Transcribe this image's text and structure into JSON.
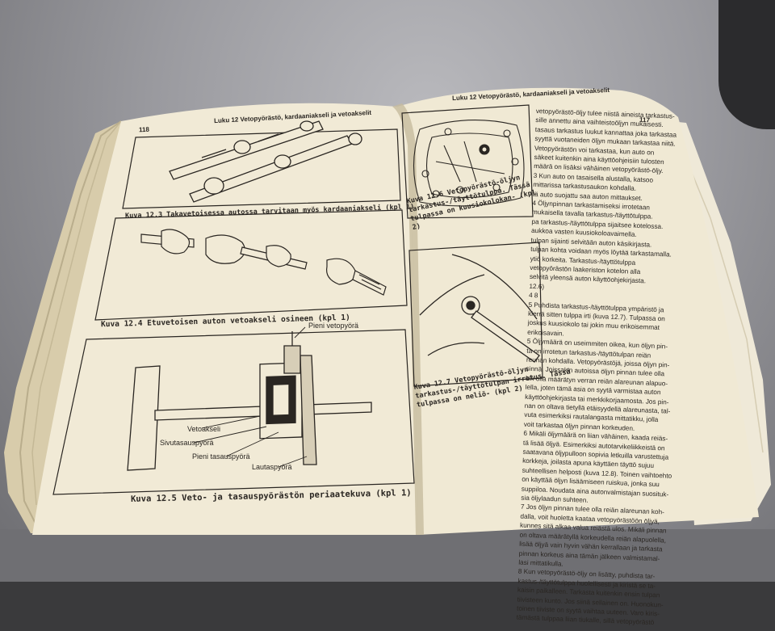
{
  "left_page": {
    "number": "118",
    "header": "Luku 12 Vetopyörästö, kardaaniakseli ja vetoakselit",
    "captions": {
      "fig_12_3": "Kuva 12.3 Takavetoisessa autossa tarvitaan myös kardaaniakseli (kpl 1)",
      "fig_12_4": "Kuva 12.4 Etuvetoisen auton vetoakseli osineen (kpl 1)",
      "fig_12_5": "Kuva 12.5 Veto- ja tasauspyörästön periaatekuva (kpl 1)"
    },
    "diagram_labels": {
      "pinion": "Pieni vetopyörä",
      "axle": "Vetoakseli",
      "side_gear": "Sivutasauspyörä",
      "small_diff_gear": "Pieni tasauspyörä",
      "crown_wheel": "Lautaspyörä"
    }
  },
  "right_page": {
    "number": "117",
    "header": "Luku 12 Vetopyörästö, kardaaniakseli ja vetoakselit",
    "captions": {
      "fig_12_6": "Kuva 12.6 Vetopyörästö-öljyn tarkastus-/täyttötulppa. Tässä tulpassa on kuusiokolokan- (kpl 2)",
      "fig_12_7": "Kuva 12.7 Vetopyörästö-öljyn tarkastus-/täyttötulpan irrotus. Tässä tulpassa on neliö- (kpl 2)"
    },
    "body_lines": [
      "vetopyörästö-öljy tulee niistä aineista tarkastus-",
      "sille annettu aina vaihteistoöljyn mukaisesti.",
      "tasaus tarkastus luukut kannattaa joka tarkastaa",
      "syyttä vuotaneiden öljyn mukaan tarkastaa niitä.",
      "Vetopyörästön voi tarkastaa, kun auto on",
      "säkeet kuitenkin aina käyttöohjeisiin tulosten",
      "määrä on lisäksi vähäinen vetopyörästö-öljy.",
      "3 Kun auto on tasaisella alustalla, katsoo",
      "mittarissa tarkastusaukon kohdalla.",
      "tä auto suojattu saa auton mittaukset.",
      "4 Öljynpinnan tarkastamiseksi irrotetaan",
      "mukaisella tavalla tarkastus-/täyttötulppa.",
      "pa tarkastus-/täyttötulppa sijaitsee kotelossa.",
      "aukkoa vasten kuusiokoloavaimella.",
      "tulpan sijainti selvitään auton käsikirjasta.",
      "tulpan kohta voidaan myös löytää tarkastamalla.",
      "ytiö korkeita. Tarkastus-/täyttötulppa",
      "vetopyörästön laakeriston kotelon alla",
      "selvitä yleensä auton käyttöohjekirjasta.",
      "12.6)",
      "4 8",
      "5 Puhdista tarkastus-/täyttötulppa ympäristö ja",
      "kierrä sitten tulppa irti (kuva 12.7). Tulpassa on",
      "joskus kuusiokolo tai jokin muu erikoisemmat",
      "erikoisavain.",
      "5 Öljymäärä on useimmiten oikea, kun öljyn pin-",
      "ta on irrotetun tarkastus-/täyttötulpan reiän",
      "reunan kohdalla. Vetopyörästöjä, joissa öljyn pin-",
      "sinnä. Joissakin autoissa öljyn pinnan tulee olla",
      "kin olla määrätyn verran reiän alareunan alapuo-",
      "lella, joten tämä asia on syytä varmistaa auton",
      "käyttöohjekirjasta tai merkkikorjaamosta. Jos pin-",
      "nan on oltava tietyllä etäisyydellä alareunasta, tal-",
      "vuta esimerkiksi rautalangasta mittatikku, jolla",
      "voit tarkastaa öljyn pinnan korkeuden.",
      "6 Mikäli öljymäärä on liian vähäinen, kaada reiäs-",
      "tä lisää öljyä. Esimerkiksi autotarvikeliikkeistä on",
      "saatavana öljypulloon sopivia letkuilla varustettuja",
      "korkkeja, joilasta apuna käyttäen täyttö sujuu",
      "suhteellisen helposti (kuva 12.8). Toinen vaihtoehto",
      "on käyttää öljyn lisäämiseen ruiskua, jonka suu",
      "suppiloa. Noudata aina autonvalmistajan suosituk-",
      "sia öljylaadun suhteen.",
      "7 Jos öljyn pinnan tulee olla reiän alareunan koh-",
      "dalla, voit huoletta kaataa vetopyörästöön öljyä,",
      "kunnes sitä alkaa valua reiästä ulos. Mikäli pinnan",
      "on oltava määrätyllä korkeudella reiän alapuolella,",
      "lisää öljyä vain hyvin vähän kerrallaan ja tarkasta",
      "pinnan korkeus aina tämän jälkeen valmistamal-",
      "lasi mittatikulla.",
      "8 Kun vetopyörästö-öljy on lisätty, puhdista tar-",
      "kastus-/täyttötulppa huolellisesti ja kiristä se ta-",
      "kaisin paikalleen. Tarkasta kuitenkin ensin tulpan",
      "tiivisteen kunto. Jos siinä sellainen on. Huonokun-",
      "toinen tiiviste on syytä vaihtaa uuteen. Varo kiris-",
      "tämästä tulppaa liian tiukalle, sillä vetopyörästö"
    ]
  },
  "colors": {
    "paper": "#f1ead6",
    "paper_shadow": "#d9cfb4",
    "ink": "#2a2622",
    "blanket": "#9e9ea3"
  }
}
